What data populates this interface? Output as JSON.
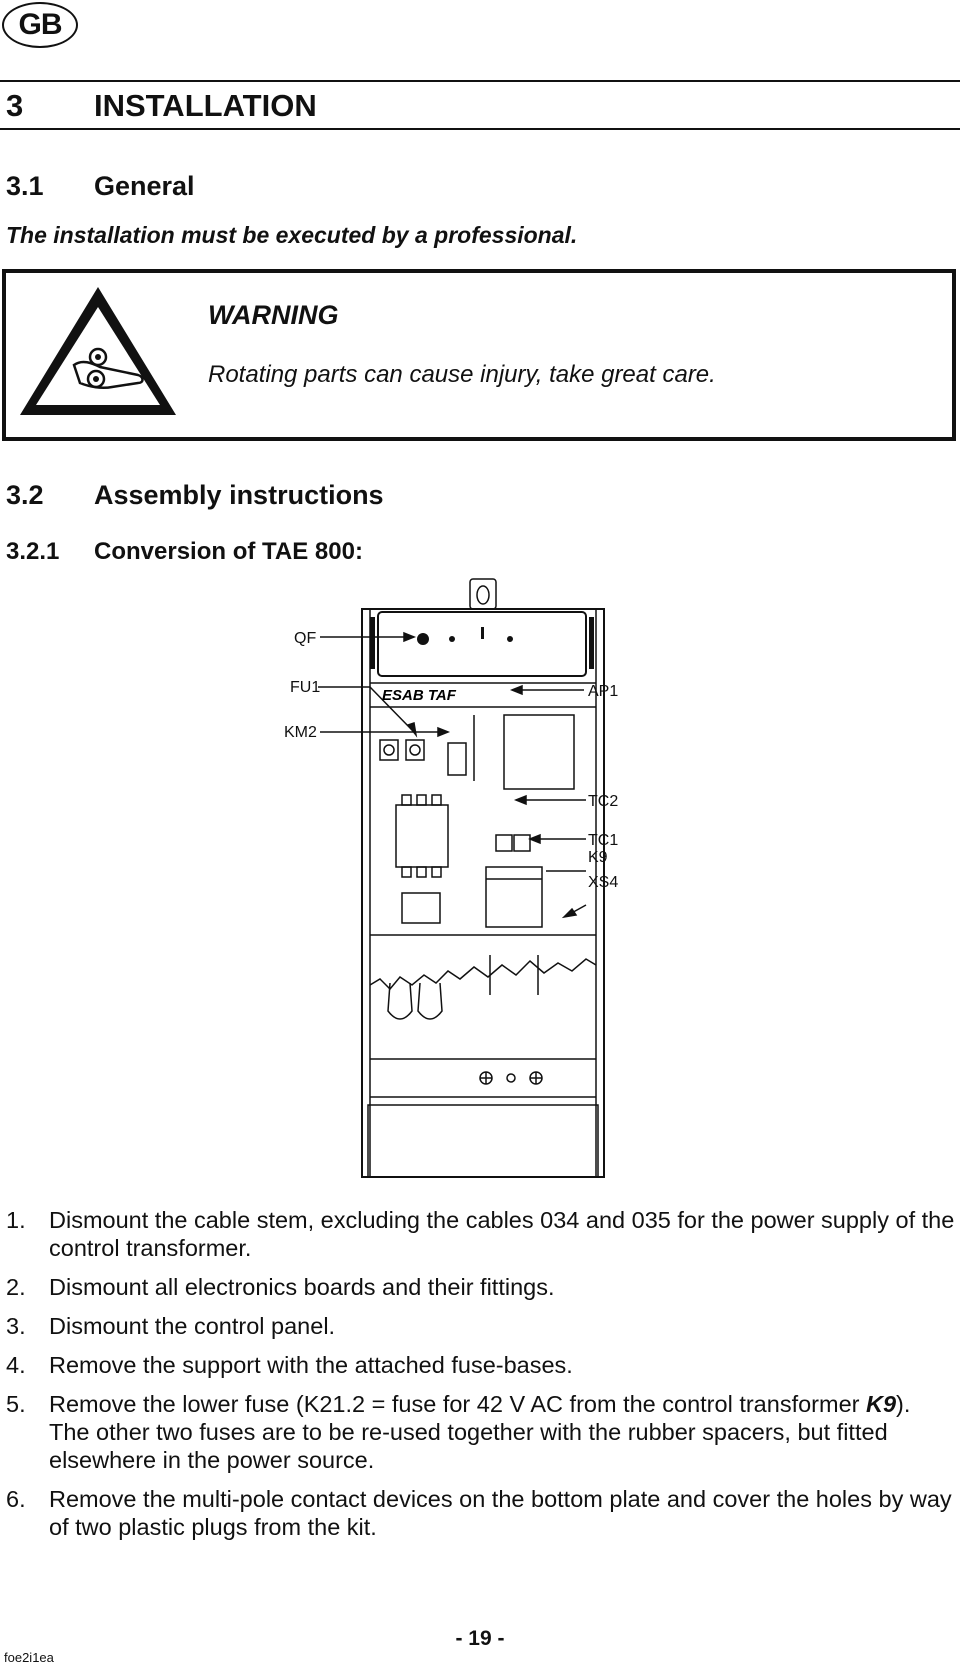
{
  "header": {
    "lang_badge": "GB"
  },
  "section": {
    "number": "3",
    "title": "INSTALLATION"
  },
  "sub1": {
    "number": "3.1",
    "title": "General"
  },
  "lead_text": "The installation must be executed by a professional.",
  "warning": {
    "icon": "rotating-parts-hazard-icon",
    "title": "WARNING",
    "text": "Rotating parts can cause injury, take great care."
  },
  "sub2": {
    "number": "3.2",
    "title": "Assembly instructions"
  },
  "sub3": {
    "number": "3.2.1",
    "title": "Conversion of TAE 800:"
  },
  "figure": {
    "brand": "ESAB  TAF",
    "labels": {
      "qf": "QF",
      "fu1": "FU1",
      "km2": "KM2",
      "ap1": "AP1",
      "tc2": "TC2",
      "tc1": "TC1",
      "k9": "K9",
      "xs4": "XS4"
    }
  },
  "steps": [
    {
      "n": "1.",
      "text": "Dismount the cable stem, excluding the cables 034 and 035 for the power supply of the control transformer."
    },
    {
      "n": "2.",
      "text": "Dismount all electronics boards and their fittings."
    },
    {
      "n": "3.",
      "text": "Dismount the control panel."
    },
    {
      "n": "4.",
      "text": "Remove the support with the attached fuse‑bases."
    },
    {
      "n": "5.",
      "text_a": "Remove the lower fuse (K21.2 = fuse for 42 V AC from the control transformer ",
      "text_em": "K9",
      "text_b": ").",
      "text_c": "The other two fuses are to be re‑used together with the rubber spacers, but fitted elsewhere in the power source."
    },
    {
      "n": "6.",
      "text": "Remove the multi‑pole contact devices on the bottom plate and cover the holes by way of two plastic plugs from the kit."
    }
  ],
  "footer": {
    "page": "‑ 19 ‑",
    "code": "foe2i1ea"
  }
}
